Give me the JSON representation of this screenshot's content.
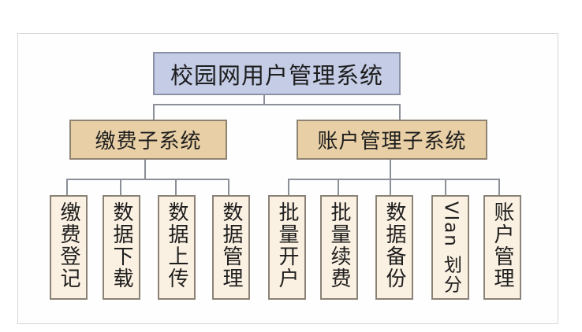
{
  "diagram": {
    "type": "org-tree",
    "root": {
      "label": "校园网用户管理系统",
      "color": "#c4cce6"
    },
    "children": [
      {
        "label": "缴费子系统",
        "color": "#e8cfa6",
        "leaves": [
          "缴费登记",
          "数据下载",
          "数据上传",
          "数据管理"
        ]
      },
      {
        "label": "账户管理子系统",
        "color": "#e8cfa6",
        "leaves": [
          "批量开户",
          "批量续费",
          "数据备份",
          "Vlan 划分",
          "账户管理"
        ]
      }
    ],
    "leaf_color": "#fbf1e2",
    "line_color": "#8a8f98"
  }
}
